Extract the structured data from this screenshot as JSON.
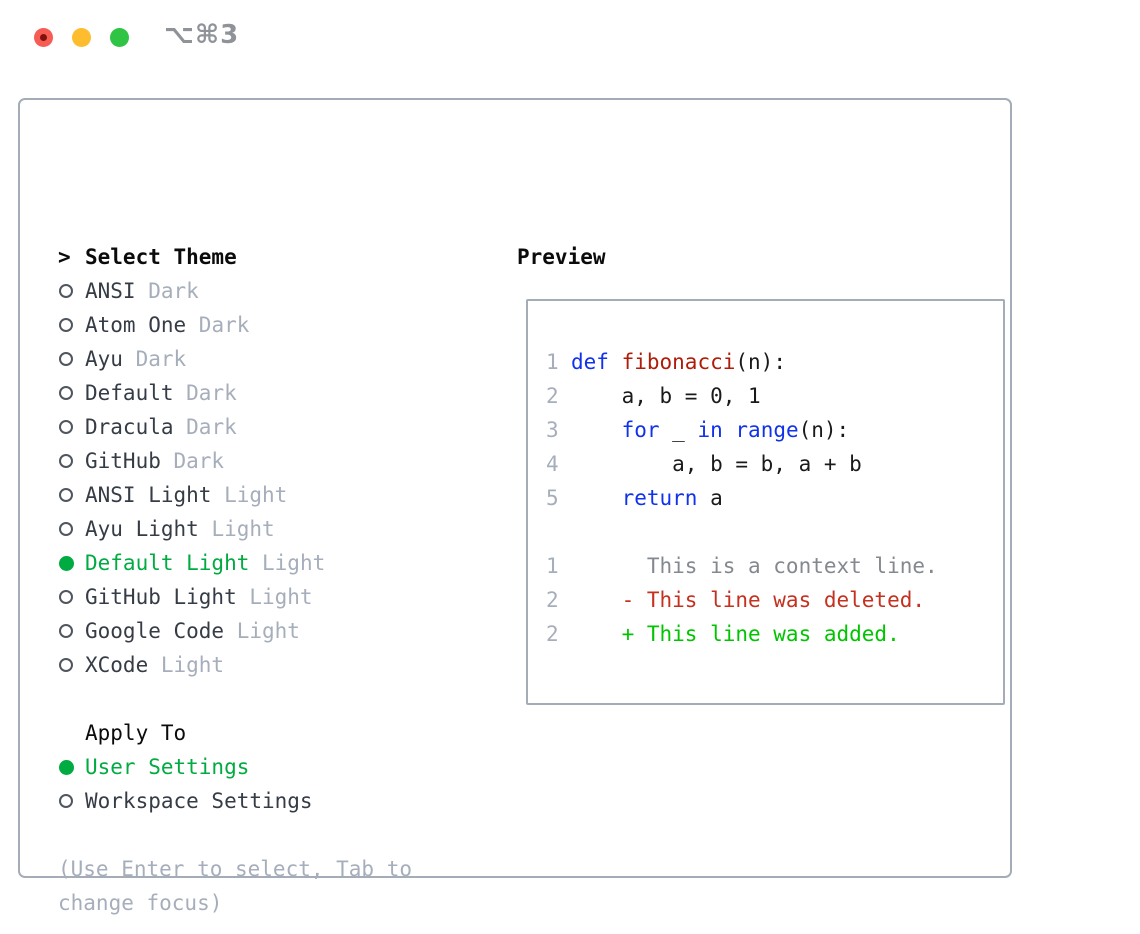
{
  "titlebar": {
    "title": "⌥⌘3",
    "buttons": [
      "close",
      "minimize",
      "zoom"
    ]
  },
  "palette": {
    "heading": "#0b0b0b",
    "text": "#363c46",
    "muted": "#a6aebb",
    "border": "#a4acb8",
    "accent_green": "#00ab41",
    "keyword": "#1032eb",
    "function_name": "#b01c0a",
    "context": "#84888f",
    "deleted": "#c5301f",
    "added": "#00c400",
    "traffic_red": "#f75c54",
    "traffic_red_dot": "#7f130b",
    "traffic_yellow": "#fdbd2f",
    "traffic_green": "#2fc444",
    "title": "#8f9398"
  },
  "theme_picker": {
    "heading": "Select Theme",
    "prompt_char": ">",
    "themes": [
      {
        "name": "ANSI",
        "variant": "Dark",
        "selected": false
      },
      {
        "name": "Atom One",
        "variant": "Dark",
        "selected": false
      },
      {
        "name": "Ayu",
        "variant": "Dark",
        "selected": false
      },
      {
        "name": "Default",
        "variant": "Dark",
        "selected": false
      },
      {
        "name": "Dracula",
        "variant": "Dark",
        "selected": false
      },
      {
        "name": "GitHub",
        "variant": "Dark",
        "selected": false
      },
      {
        "name": "ANSI Light",
        "variant": "Light",
        "selected": false
      },
      {
        "name": "Ayu Light",
        "variant": "Light",
        "selected": false
      },
      {
        "name": "Default Light",
        "variant": "Light",
        "selected": true
      },
      {
        "name": "GitHub Light",
        "variant": "Light",
        "selected": false
      },
      {
        "name": "Google Code",
        "variant": "Light",
        "selected": false
      },
      {
        "name": "XCode",
        "variant": "Light",
        "selected": false
      }
    ]
  },
  "apply_to": {
    "heading": "Apply To",
    "options": [
      {
        "label": "User Settings",
        "selected": true
      },
      {
        "label": "Workspace Settings",
        "selected": false
      }
    ]
  },
  "hint": "(Use Enter to select, Tab to change focus)",
  "preview": {
    "heading": "Preview",
    "lines": [
      {
        "num": "1",
        "tokens": [
          [
            "def",
            "keyword"
          ],
          [
            " ",
            null
          ],
          [
            "fibonacci",
            "function_name"
          ],
          [
            "(n):",
            null
          ]
        ]
      },
      {
        "num": "2",
        "tokens": [
          [
            "    a, b = 0, 1",
            null
          ]
        ]
      },
      {
        "num": "3",
        "tokens": [
          [
            "    ",
            null
          ],
          [
            "for",
            "keyword"
          ],
          [
            " _ ",
            null
          ],
          [
            "in",
            "keyword"
          ],
          [
            " ",
            null
          ],
          [
            "range",
            "keyword"
          ],
          [
            "(n):",
            null
          ]
        ]
      },
      {
        "num": "4",
        "tokens": [
          [
            "        a, b = b, a + b",
            null
          ]
        ]
      },
      {
        "num": "5",
        "tokens": [
          [
            "    ",
            null
          ],
          [
            "return",
            "keyword"
          ],
          [
            " a",
            null
          ]
        ]
      },
      {
        "num": "",
        "tokens": []
      },
      {
        "num": "1",
        "tokens": [
          [
            "      This is a context line.",
            "context"
          ]
        ]
      },
      {
        "num": "2",
        "tokens": [
          [
            "    - This line was deleted.",
            "deleted"
          ]
        ]
      },
      {
        "num": "2",
        "tokens": [
          [
            "    + This line was added.",
            "added"
          ]
        ]
      }
    ]
  }
}
